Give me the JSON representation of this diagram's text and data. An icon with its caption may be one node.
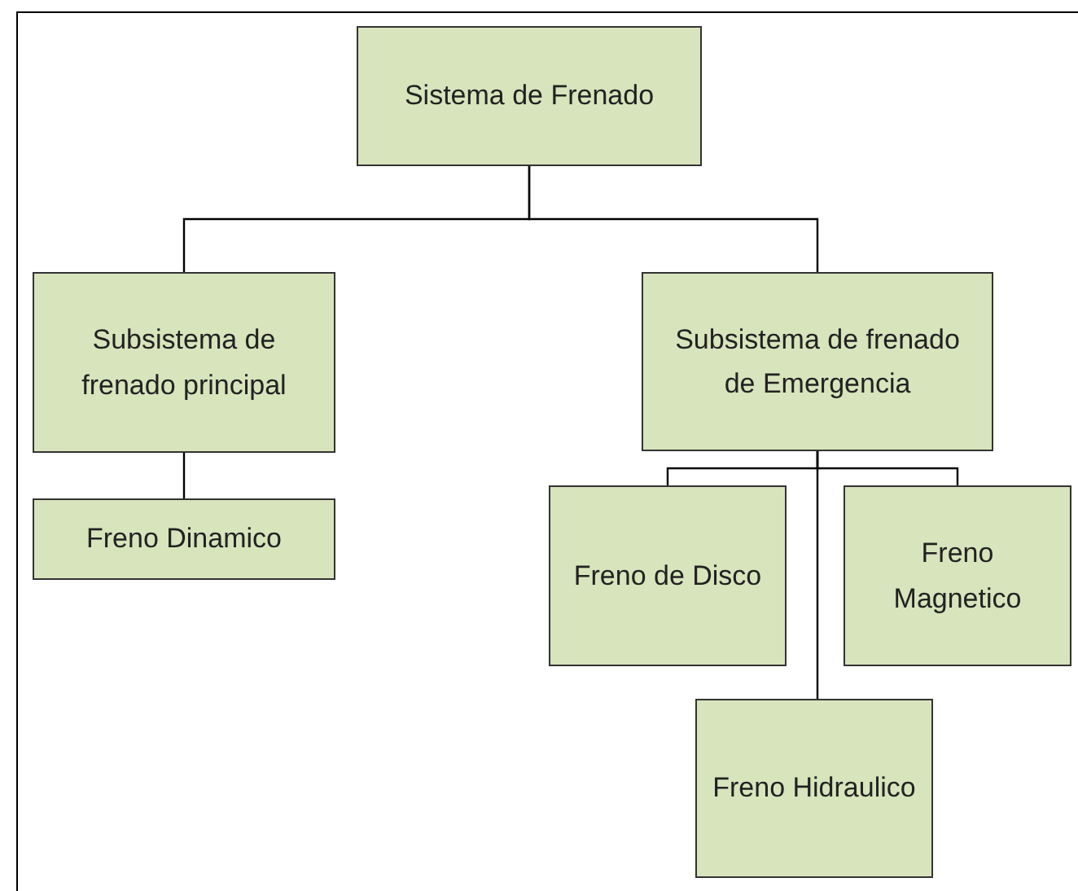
{
  "diagram": {
    "nodes": [
      {
        "text": [
          "Sistema de Frenado"
        ]
      },
      {
        "text": [
          "Subsistema de frenado principal"
        ]
      },
      {
        "text": [
          "Subsistema de frenado de Emergencia"
        ]
      },
      {
        "text": [
          "Freno Dinamico"
        ]
      },
      {
        "text": [
          "Freno de Disco"
        ]
      },
      {
        "text": [
          "Freno Magnetico"
        ]
      },
      {
        "text": [
          "Freno Hidraulico"
        ]
      }
    ],
    "edges": [
      {
        "from": 0,
        "to": 1,
        "arrow": "none"
      },
      {
        "from": 0,
        "to": 2,
        "arrow": "none"
      },
      {
        "from": 1,
        "to": 3,
        "arrow": "none"
      },
      {
        "from": 2,
        "to": 4,
        "arrow": "none"
      },
      {
        "from": 2,
        "to": 5,
        "arrow": "none"
      },
      {
        "from": 2,
        "to": 6,
        "arrow": "none"
      }
    ]
  }
}
